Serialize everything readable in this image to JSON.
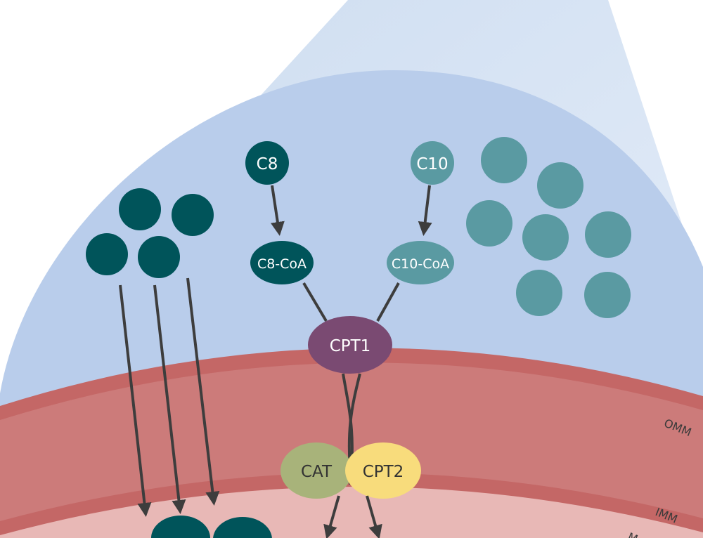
{
  "labels": {
    "c8": "C8",
    "c10": "C10",
    "c8_coa": "C8-CoA",
    "c10_coa": "C10-CoA",
    "cpt1": "CPT1",
    "cat": "CAT",
    "cpt2": "CPT2",
    "omm": "OMM",
    "imm": "IMM",
    "matrix_partial": "M"
  },
  "colors": {
    "c8_dark_teal": "#00545a",
    "c10_light_teal": "#5a9aa2",
    "cpt1_purple": "#7a4a72",
    "cat_green": "#a8b37a",
    "cpt2_yellow": "#f8dc7c",
    "cytosol_blue": "#b9cdeb",
    "membrane_red": "#cc7b7a",
    "membrane_edge": "#bf6464",
    "matrix_pink": "#e8b8b6",
    "arrow": "#3d3d3d"
  }
}
